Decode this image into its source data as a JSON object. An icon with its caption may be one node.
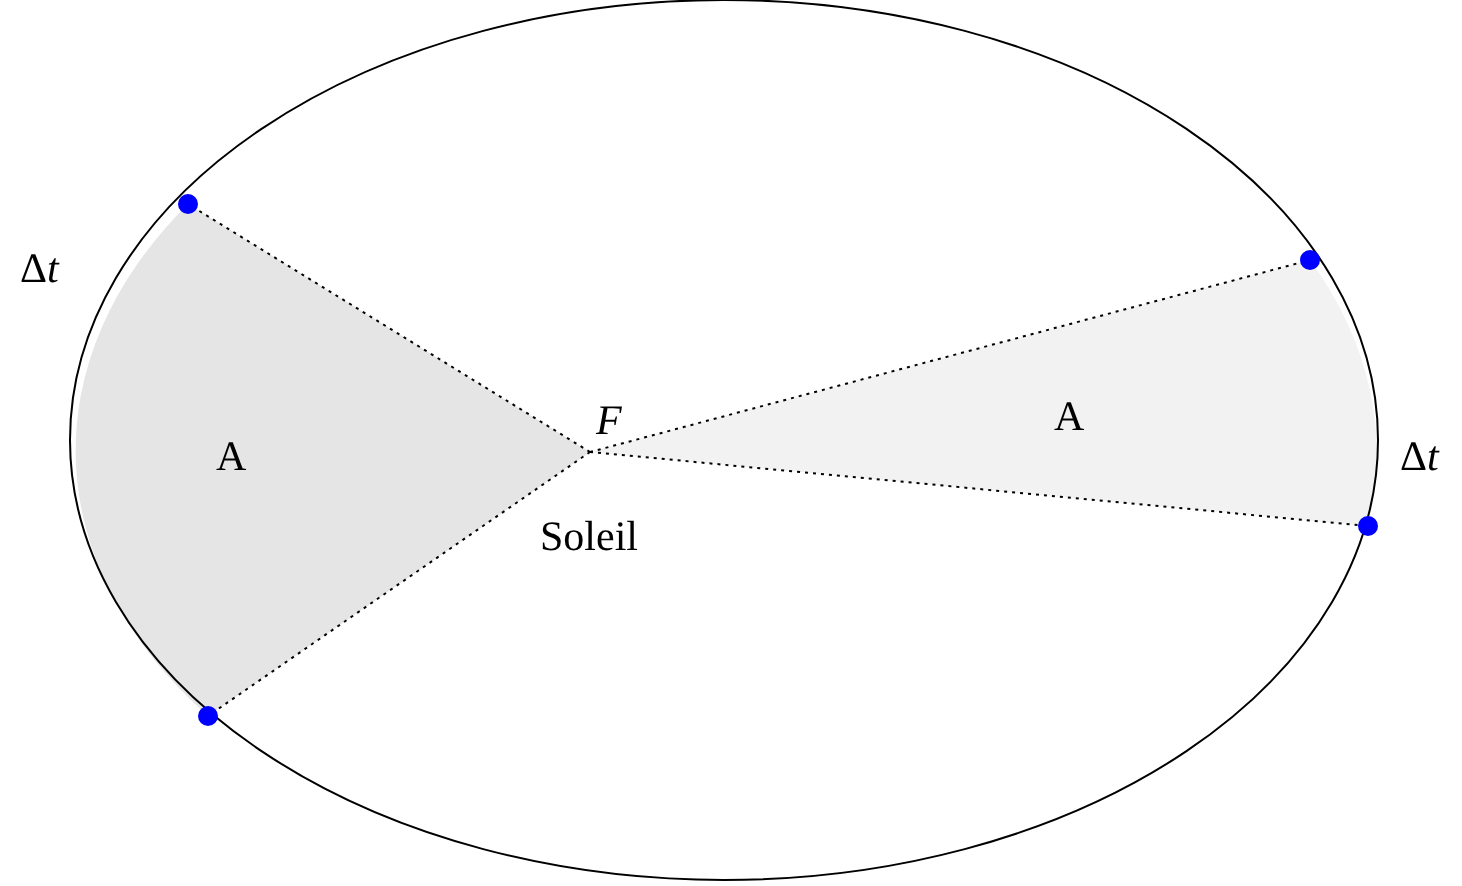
{
  "diagram": {
    "labels": [
      "Δt",
      "A",
      "F",
      "A",
      "Δt",
      "Soleil"
    ]
  }
}
